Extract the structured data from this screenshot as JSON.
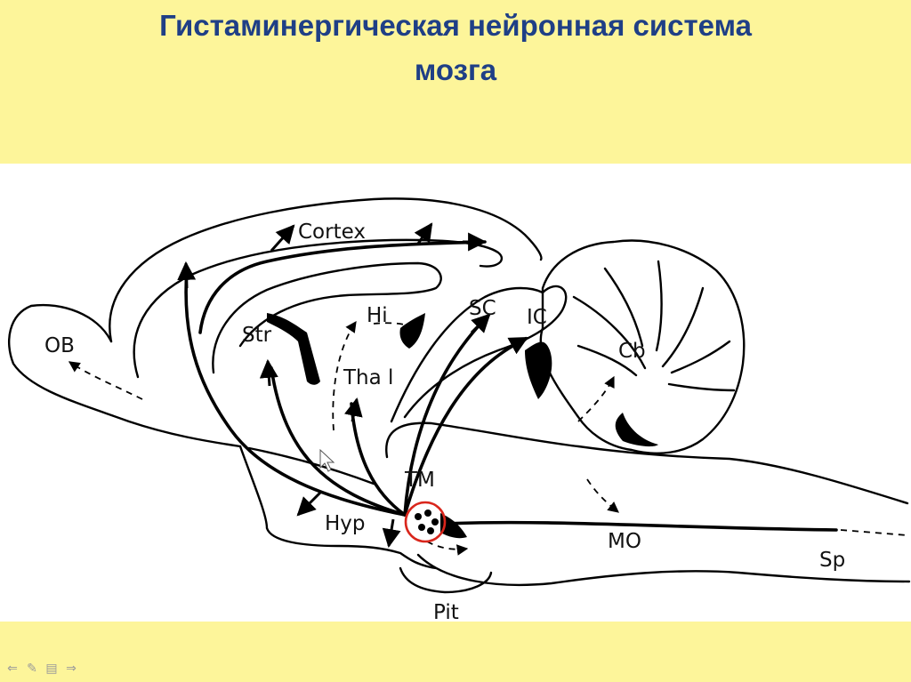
{
  "slide": {
    "title_line1": "Гистаминергическая нейронная система",
    "title_line2": "мозга"
  },
  "diagram": {
    "labels": {
      "cortex": "Cortex",
      "ob": "OB",
      "str": "Str",
      "hi": "Hi",
      "sc": "SC",
      "ic": "IC",
      "tha": "Tha l",
      "cb": "Cb",
      "tm": "TM",
      "hyp": "Hyp",
      "mo": "MO",
      "sp": "Sp",
      "pit": "Pit"
    },
    "highlight_color": "#d9261c",
    "stroke_color": "#000000"
  },
  "nav": {
    "prev_icon": "arrow-left-icon",
    "pen_icon": "pen-icon",
    "menu_icon": "menu-icon",
    "next_icon": "arrow-right-icon"
  }
}
